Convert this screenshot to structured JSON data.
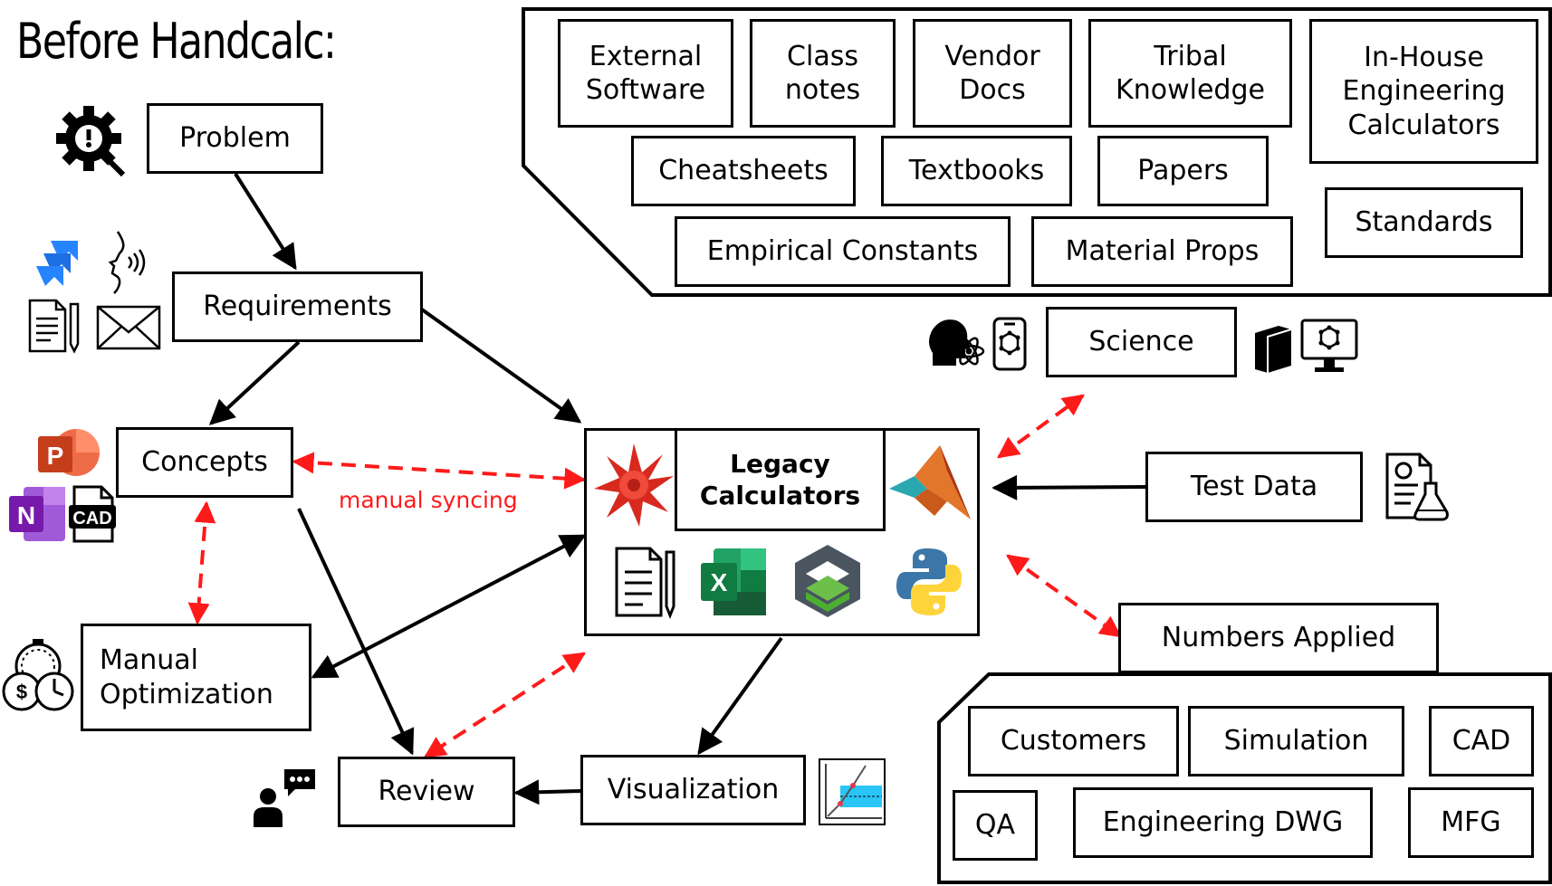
{
  "title": "Before Handcalc:",
  "sources": {
    "external_software": "External\nSoftware",
    "class_notes": "Class\nnotes",
    "vendor_docs": "Vendor\nDocs",
    "tribal_knowledge": "Tribal\nKnowledge",
    "inhouse_calculators": "In-House\nEngineering\nCalculators",
    "cheatsheets": "Cheatsheets",
    "textbooks": "Textbooks",
    "papers": "Papers",
    "standards": "Standards",
    "empirical_constants": "Empirical Constants",
    "material_props": "Material Props"
  },
  "workflow": {
    "problem": "Problem",
    "requirements": "Requirements",
    "concepts": "Concepts",
    "manual_optimization": "Manual\nOptimization",
    "review": "Review",
    "visualization": "Visualization",
    "legacy_calculators": "Legacy\nCalculators",
    "science": "Science",
    "test_data": "Test Data",
    "numbers_applied": "Numbers Applied"
  },
  "applied": {
    "customers": "Customers",
    "simulation": "Simulation",
    "cad": "CAD",
    "qa": "QA",
    "engineering_dwg": "Engineering DWG",
    "mfg": "MFG"
  },
  "annotations": {
    "manual_syncing": "manual syncing"
  },
  "icon_labels": {
    "cad_file": "CAD",
    "excel": "X",
    "onenote": "N",
    "powerpoint": "P",
    "dollar": "$"
  },
  "colors": {
    "dashed_sync": "#ff1a1a",
    "arrow": "#000000"
  },
  "icons": [
    "gear-problem-icon",
    "jira-icon",
    "speaking-head-icon",
    "document-pen-icon",
    "envelope-icon",
    "powerpoint-icon",
    "onenote-icon",
    "cad-file-icon",
    "stopwatch-dollar-icon",
    "chat-person-icon",
    "graph-icon",
    "wolfram-icon",
    "matlab-icon",
    "document-icon",
    "excel-icon",
    "layers-icon",
    "python-icon",
    "science-head-icon",
    "phone-icon",
    "book-icon",
    "monitor-icon",
    "lab-report-icon"
  ]
}
